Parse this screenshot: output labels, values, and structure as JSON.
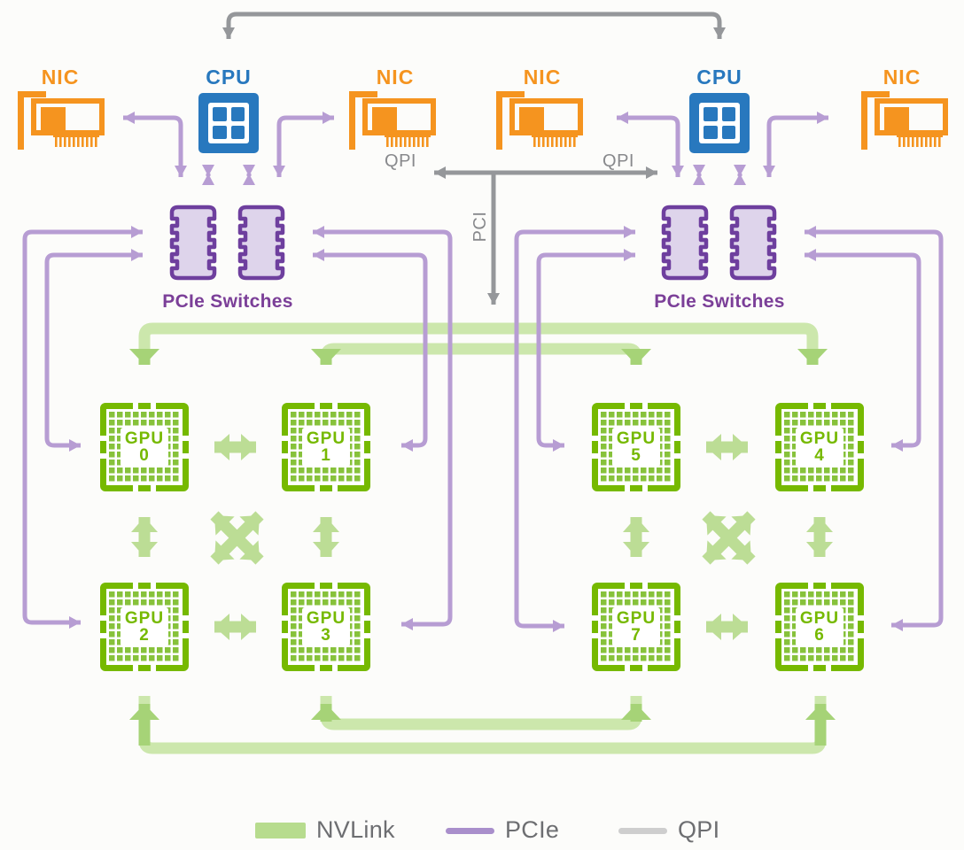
{
  "nodes": {
    "nics": [
      {
        "label": "NIC"
      },
      {
        "label": "NIC"
      },
      {
        "label": "NIC"
      },
      {
        "label": "NIC"
      }
    ],
    "cpus": [
      {
        "label": "CPU"
      },
      {
        "label": "CPU"
      }
    ],
    "switch_groups": [
      {
        "label": "PCIe Switches"
      },
      {
        "label": "PCIe Switches"
      }
    ],
    "gpus": [
      {
        "name": "GPU",
        "num": "0"
      },
      {
        "name": "GPU",
        "num": "1"
      },
      {
        "name": "GPU",
        "num": "2"
      },
      {
        "name": "GPU",
        "num": "3"
      },
      {
        "name": "GPU",
        "num": "4"
      },
      {
        "name": "GPU",
        "num": "5"
      },
      {
        "name": "GPU",
        "num": "6"
      },
      {
        "name": "GPU",
        "num": "7"
      }
    ]
  },
  "edge_labels": {
    "qpi_left": "QPI",
    "qpi_right": "QPI",
    "pci": "PCI"
  },
  "legend": {
    "items": [
      {
        "label": "NVLink",
        "swatch_color": "#B7DC8E",
        "swatch_style": "thick-bar"
      },
      {
        "label": "PCIe",
        "swatch_color": "#A98FCB",
        "swatch_style": "line"
      },
      {
        "label": "QPI",
        "swatch_color": "#CECECE",
        "swatch_style": "line"
      }
    ]
  },
  "colors": {
    "nic_orange": "#F5941F",
    "cpu_blue": "#2878BE",
    "switch_border_purple": "#6E3F9E",
    "switch_fill": "#DED4EB",
    "switch_label_purple": "#7B3F98",
    "pcie_line": "#B79DD3",
    "qpi_line": "#95979A",
    "gpu_green": "#76B900",
    "gpu_die_tile": "#87C23B",
    "nvlink_pale": "#CCE7AC",
    "nvlink_dark": "#A6D377",
    "nvlink_mid": "#BCDD95",
    "edge_label_gray": "#88898C",
    "legend_text": "#6D6E71",
    "background": "#FCFCFA"
  },
  "connections": {
    "qpi": [
      "CPU0↔CPU1 (top link)",
      "CPU0↔CPU1 (QPI bus with PCI drop)"
    ],
    "pcie": [
      "Switch A↔CPU0",
      "Switch B↔CPU0",
      "Switch A↔NIC0",
      "Switch B↔NIC1",
      "Switch A↔GPU2",
      "Switch A↔GPU0",
      "Switch B↔GPU3",
      "Switch B↔GPU1",
      "Switch C↔CPU1",
      "Switch D↔CPU1",
      "Switch C↔NIC2",
      "Switch D↔NIC3",
      "Switch C↔GPU7",
      "Switch C↔GPU5",
      "Switch D↔GPU6",
      "Switch D↔GPU4"
    ],
    "nvlink_intra": [
      "GPU0↔GPU1",
      "GPU2↔GPU3",
      "GPU0↔GPU2",
      "GPU1↔GPU3",
      "GPU0↔GPU3",
      "GPU1↔GPU2",
      "GPU5↔GPU4",
      "GPU7↔GPU6",
      "GPU5↔GPU7",
      "GPU4↔GPU6",
      "GPU5↔GPU6",
      "GPU4↔GPU7"
    ],
    "nvlink_inter": [
      "GPU0↔GPU4",
      "GPU1↔GPU5",
      "GPU3↔GPU7",
      "GPU2↔GPU6"
    ]
  }
}
